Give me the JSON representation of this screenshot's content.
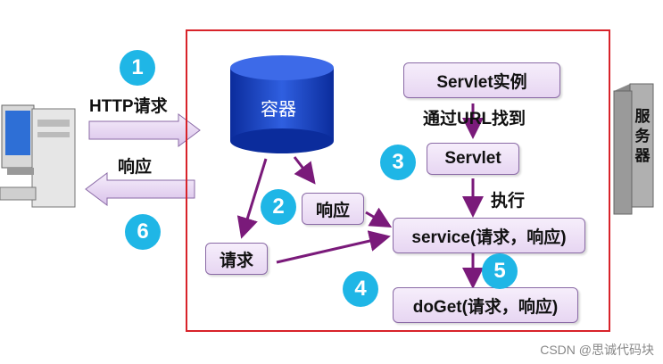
{
  "left_labels": {
    "http_request": "HTTP请求",
    "response": "响应"
  },
  "container": {
    "label": "容器"
  },
  "boxes": {
    "servlet_instance": "Servlet实例",
    "servlet": "Servlet",
    "response_box": "响应",
    "request_box": "请求",
    "service": "service(请求，响应)",
    "doget": "doGet(请求，响应)"
  },
  "edge_labels": {
    "find_by_url": "通过URL找到",
    "execute": "执行"
  },
  "server": {
    "label": [
      "服",
      "务",
      "器"
    ]
  },
  "steps": [
    "1",
    "2",
    "3",
    "4",
    "5",
    "6"
  ],
  "watermark": "CSDN @思诚代码块",
  "colors": {
    "frame": "#d8232a",
    "step": "#1fb6e6",
    "arrow": "#7a1a7a",
    "cylinder": "#1f3fbf"
  }
}
